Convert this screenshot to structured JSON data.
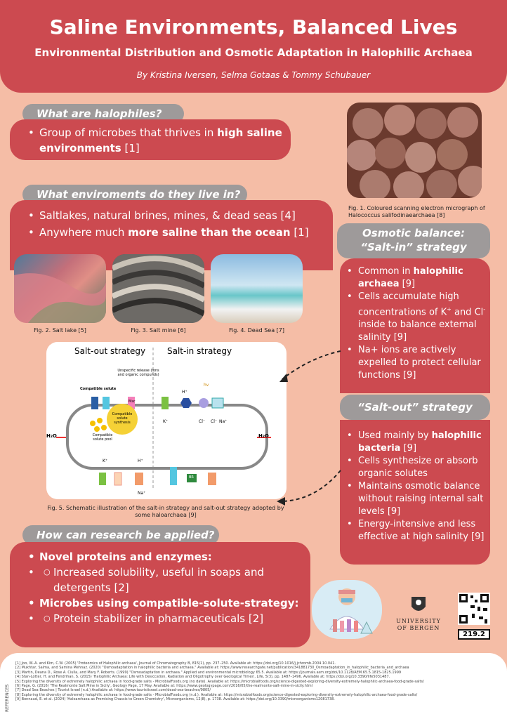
{
  "header": {
    "title": "Saline Environments, Balanced Lives",
    "subtitle": "Environmental Distribution and Osmotic Adaptation in Halophilic Archaea",
    "authors": "By Kristina Iversen, Selma Gotaas & Tommy Schubauer"
  },
  "colors": {
    "red_panel": "#cc4a50",
    "grey_tab": "#9e9a9a",
    "background": "#f5bda6"
  },
  "section1": {
    "heading": "What are halophiles?",
    "text_a": "Group of microbes that thrives in ",
    "text_bold": "high saline environments",
    "text_b": " [1]"
  },
  "section2": {
    "heading": "What enviroments do they live in?",
    "item1": "Saltlakes, natural brines, mines, & dead seas [4]",
    "item2_a": "Anywhere much ",
    "item2_bold": "more saline than the ocean",
    "item2_b": " [1]"
  },
  "figures": {
    "fig1": "Fig. 1. Coloured scanning electron micrograph of Halococcus salifodinaearchaea [8]",
    "fig2": "Fig. 2. Salt lake [5]",
    "fig3": "Fig. 3. Salt mine [6]",
    "fig4": "Fig. 4. Dead Sea [7]",
    "fig5": "Fig. 5. Schematic illustration of the salt-in strategy and salt-out strategy adopted by some haloarchaea [9]"
  },
  "diagram": {
    "salt_out_title": "Salt-out strategy",
    "salt_in_title": "Salt-in strategy",
    "unspecific": "Unspecific release (ions and organic compunds)",
    "compatible_solute": "Compatible solute",
    "pool": "Compatible solute pool",
    "synthesis": "Compatible solute synthesis",
    "msc": "Msc",
    "h2o": "H₂O",
    "k": "K⁺",
    "h": "H⁺",
    "na": "Na⁺",
    "cl": "Cl⁻",
    "hv": "hv",
    "br": "BR"
  },
  "osmotic": {
    "heading_line1": "Osmotic balance:",
    "heading_line2": "“Salt-in” strategy",
    "i1_a": "Common in ",
    "i1_bold": "halophilic archaea",
    "i1_b": " [9]",
    "i2_a": "Cells accumulate high concentrations of K",
    "i2_b": " and Cl",
    "i2_c": " inside to balance external salinity [9]",
    "i3": "Na+ ions are actively expelled to protect cellular functions [9]",
    "sup_plus": "+",
    "sup_minus": "-"
  },
  "saltout": {
    "heading": "“Salt-out” strategy",
    "i1_a": "Used mainly by ",
    "i1_bold": "halophilic bacteria",
    "i1_b": " [9]",
    "i2": "Cells synthesize or absorb organic solutes",
    "i3": "Maintains osmotic balance without raising internal salt levels [9]",
    "i4": "Energy-intensive and less effective at high salinity [9]"
  },
  "research": {
    "heading": "How can research be applied?",
    "b1": "Novel proteins and enzymes:",
    "s1": "Increased solubility, useful in soaps and detergents [2]",
    "b2": "Microbes using compatible-solute-strategy:",
    "s2": "Protein stabilizer in pharmaceuticals [2]"
  },
  "university": {
    "line1": "UNIVERSITY",
    "line2": "OF BERGEN",
    "code": "219.2"
  },
  "references": {
    "label": "REFERENCES",
    "items": [
      "[1] Joo, W.-A. and Kim, C.W. (2005) 'Proteomics of Halophilic archaea', Journal of Chromatography B, 815(1), pp. 237–250. Available at: https://doi.org/10.1016/j.jchromb.2004.10.041.",
      "[2] Mukhtar, Salma, and Samina Mehnaz. (2020) \"Osmoadaptation in halophilic bacteria and archaea.\" Available at: https://www.researchgate.net/publication/341881730_Osmoadaptation_in_halophilic_bacteria_and_archaea",
      "[3] Martin, Deana D., Rose A. Ciulla, and Mary F. Roberts. (1999) \"Osmoadaptation in archaea.\" Applied and environmental microbiology 65.5. Available at: https://journals.asm.org/doi/10.1128/AEM.65.5.1815-1825.1999",
      "[4] Stan-Lotter, H. and Fendrihan, S. (2015) 'Halophilic Archaea: Life with Desiccation, Radiation and Oligotrophy over Geological Times', Life, 5(3), pp. 1487–1496. Available at: https://doi.org/10.3390/life5031487.",
      "[5] Exploring the diversity of extremely halophilic archaea in food-grade salts - MicrobialFoods.org (no date). Available at: https://microbialfoods.org/science-digested-exploring-diversity-extremely-halophilic-archaea-food-grade-salts/",
      "[6] Page, G. (2016) 'The Realmonte Salt Mine in Sicily', Geology Page, 17 May. Available at: https://www.geologypage.com/2016/05/the-realmonte-salt-mine-in-sicily.html",
      "[7] Dead Sea Beaches | Tourist Israel (n.d.) Available at: https://www.touristisrael.com/dead-sea-beaches/9805/",
      "[8] Exploring the diversity of extremely halophilic archaea in food-grade salts - MicrobialFoods.org (n.d.). Available at: https://microbialfoods.org/science-digested-exploring-diversity-extremely-halophilic-archaea-food-grade-salts/",
      "[9] Bonnaud, E. et al. (2024) 'Haloarchaea as Promising Chassis to Green Chemistry', Microorganisms, 12(8), p. 1738. Available at: https://doi.org/10.3390/microorganisms12081738."
    ]
  }
}
